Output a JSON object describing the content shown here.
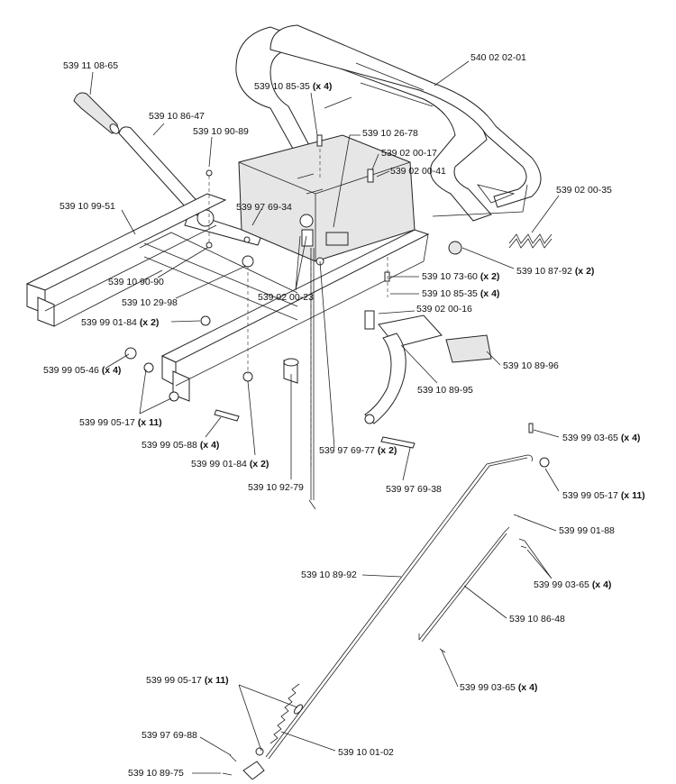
{
  "labels": {
    "p540020201": {
      "part": "540 02 02-01",
      "qty": ""
    },
    "p539110865": {
      "part": "539 11 08-65",
      "qty": ""
    },
    "p539108535a": {
      "part": "539 10 85-35",
      "qty": "(x 4)"
    },
    "p539108647": {
      "part": "539 10 86-47",
      "qty": ""
    },
    "p539109089": {
      "part": "539 10 90-89",
      "qty": ""
    },
    "p539102678": {
      "part": "539 10 26-78",
      "qty": ""
    },
    "p539020017": {
      "part": "539 02 00-17",
      "qty": ""
    },
    "p539020041": {
      "part": "539 02 00-41",
      "qty": ""
    },
    "p539020035": {
      "part": "539 02 00-35",
      "qty": ""
    },
    "p539109951": {
      "part": "539 10 99-51",
      "qty": ""
    },
    "p539976934": {
      "part": "539 97 69-34",
      "qty": ""
    },
    "p539108792": {
      "part": "539 10 87-92",
      "qty": "(x 2)"
    },
    "p539107360": {
      "part": "539 10 73-60",
      "qty": "(x 2)"
    },
    "p539109090": {
      "part": "539 10 90-90",
      "qty": ""
    },
    "p539108535b": {
      "part": "539 10 85-35",
      "qty": "(x 4)"
    },
    "p539102998": {
      "part": "539 10 29-98",
      "qty": ""
    },
    "p539020023": {
      "part": "539 02 00-23",
      "qty": ""
    },
    "p539020016": {
      "part": "539 02 00-16",
      "qty": ""
    },
    "p539990184a": {
      "part": "539 99 01-84",
      "qty": "(x 2)"
    },
    "p539108996": {
      "part": "539 10 89-96",
      "qty": ""
    },
    "p539990546": {
      "part": "539 99 05-46",
      "qty": "(x 4)"
    },
    "p539108995": {
      "part": "539 10 89-95",
      "qty": ""
    },
    "p539990517a": {
      "part": "539 99 05-17",
      "qty": "(x 11)"
    },
    "p539990588": {
      "part": "539 99 05-88",
      "qty": "(x 4)"
    },
    "p539976977": {
      "part": "539 97 69-77",
      "qty": "(x 2)"
    },
    "p539990365a": {
      "part": "539 99 03-65",
      "qty": "(x 4)"
    },
    "p539990184b": {
      "part": "539 99 01-84",
      "qty": "(x 2)"
    },
    "p539990517b": {
      "part": "539 99 05-17",
      "qty": "(x 11)"
    },
    "p539109279": {
      "part": "539 10 92-79",
      "qty": ""
    },
    "p539976938": {
      "part": "539 97 69-38",
      "qty": ""
    },
    "p539990188": {
      "part": "539 99 01-88",
      "qty": ""
    },
    "p539108992": {
      "part": "539 10 89-92",
      "qty": ""
    },
    "p539990365b": {
      "part": "539 99 03-65",
      "qty": "(x 4)"
    },
    "p539108648": {
      "part": "539 10 86-48",
      "qty": ""
    },
    "p539990365c": {
      "part": "539 99 03-65",
      "qty": "(x 4)"
    },
    "p539990517c": {
      "part": "539 99 05-17",
      "qty": "(x 11)"
    },
    "p539976988": {
      "part": "539 97 69-88",
      "qty": ""
    },
    "p539100102": {
      "part": "539 10 01-02",
      "qty": ""
    },
    "p539108975": {
      "part": "539 10 89-75",
      "qty": ""
    }
  }
}
